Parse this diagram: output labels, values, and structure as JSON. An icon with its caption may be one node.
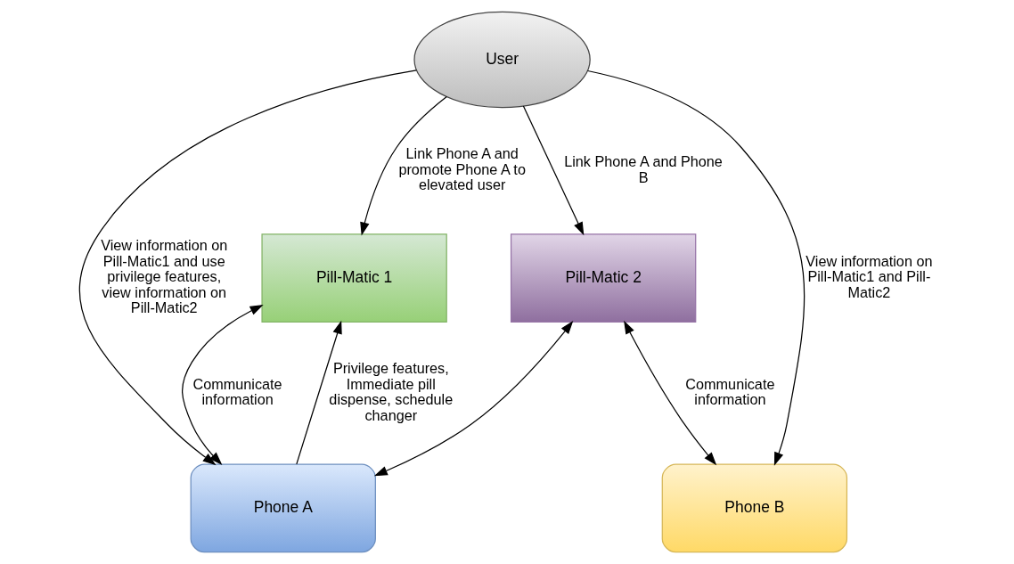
{
  "diagram": {
    "nodes": [
      {
        "text": [
          "User"
        ]
      },
      {
        "text": [
          "Pill-Matic 1"
        ]
      },
      {
        "text": [
          "Pill-Matic 2"
        ]
      },
      {
        "text": [
          "Phone A"
        ]
      },
      {
        "text": [
          "Phone B"
        ]
      }
    ],
    "edges": [
      {
        "from": 0,
        "to": 1,
        "arrow": "to",
        "label": "Link Phone A and promote Phone A to elevated user"
      },
      {
        "from": 0,
        "to": 2,
        "arrow": "to",
        "label": "Link Phone A and Phone B"
      },
      {
        "from": 0,
        "to": 3,
        "arrow": "to",
        "label": "View information on Pill-Matic1 and use privilege features, view information on Pill-Matic2"
      },
      {
        "from": 0,
        "to": 4,
        "arrow": "to",
        "label": "View information on Pill-Matic1 and Pill-Matic2"
      },
      {
        "from": 1,
        "to": 3,
        "arrow": "both",
        "label": "Communicate information"
      },
      {
        "from": 3,
        "to": 1,
        "arrow": "to",
        "label": "Privilege features, Immediate pill dispense, schedule changer"
      },
      {
        "from": 2,
        "to": 4,
        "arrow": "both",
        "label": "Communicate information"
      },
      {
        "from": 2,
        "to": 3,
        "arrow": "both"
      }
    ]
  }
}
